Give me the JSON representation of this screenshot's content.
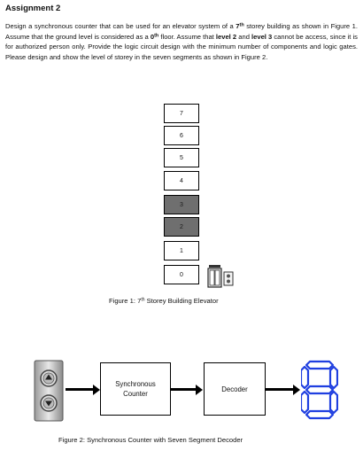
{
  "assignment": {
    "title": "Assignment 2",
    "p_a": "Design a synchronous counter that can be used for an elevator system of a ",
    "p_sup1": "7",
    "p_sup1_suffix": "th",
    "p_b": " storey building as shown in Figure 1. Assume that the ground level is considered as a ",
    "p_sup2": "0",
    "p_sup2_suffix": "th",
    "p_c": " floor. Assume that ",
    "p_level2": "level 2",
    "p_and": " and ",
    "p_level3": "level 3",
    "p_d": " cannot be access, since it is for authorized person only. Provide the logic circuit design with the minimum number of components and logic gates. Please design and show the level of storey in the seven segments as shown in Figure 2."
  },
  "figure1": {
    "floors": [
      "7",
      "6",
      "5",
      "4",
      "3",
      "2",
      "1",
      "0"
    ],
    "restricted_floors": [
      "3",
      "2"
    ],
    "restricted_color": "#6f6f6f",
    "caption_prefix": "Figure 1: 7",
    "caption_sup": "th",
    "caption_suffix": " Storey Building Elevator",
    "icon": "elevator-icon"
  },
  "figure2": {
    "input_icon": "elevator-call-buttons-icon",
    "block1_line1": "Synchronous",
    "block1_line2": "Counter",
    "block2": "Decoder",
    "output_icon": "seven-segment-display-icon",
    "display_color": "#1f3fe0",
    "caption": "Figure 2: Synchronous Counter with Seven Segment Decoder"
  }
}
